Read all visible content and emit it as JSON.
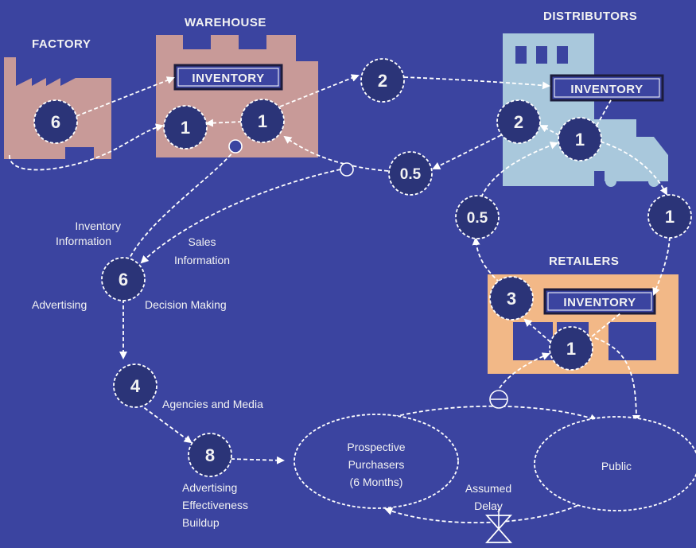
{
  "nodes": {
    "factory": {
      "title": "FACTORY",
      "delay": "6"
    },
    "warehouse": {
      "title": "WAREHOUSE",
      "inventory_label": "INVENTORY",
      "delay_in": "1",
      "delay_out": "1"
    },
    "distributors": {
      "title": "DISTRIBUTORS",
      "inventory_label": "INVENTORY",
      "delay_in": "2",
      "delay_out": "1"
    },
    "retailers": {
      "title": "RETAILERS",
      "inventory_label": "INVENTORY",
      "delay_in": "3",
      "delay_out": "1"
    }
  },
  "delays": {
    "warehouse_to_distributors": "2",
    "distributors_to_warehouse": "0.5",
    "retailers_to_distributors": "0.5",
    "distributors_to_retailers": "1",
    "decision": "6",
    "agencies": "4",
    "advertising": "8"
  },
  "labels": {
    "inventory_information": [
      "Inventory",
      "Information"
    ],
    "sales_information": [
      "Sales",
      "Information"
    ],
    "advertising": "Advertising",
    "decision_making": "Decision Making",
    "agencies_media": "Agencies and Media",
    "advertising_effectiveness": [
      "Advertising",
      "Effectiveness",
      "Buildup"
    ],
    "prospective_purchasers": [
      "Prospective",
      "Purchasers",
      "(6 Months)"
    ],
    "public": "Public",
    "assumed_delay": [
      "Assumed",
      "Delay"
    ]
  },
  "colors": {
    "background": "#3b44a0",
    "factory": "#c89a98",
    "warehouse": "#c89a98",
    "distributors": "#a9c8dc",
    "retailers": "#f2b887",
    "lines": "#ffffff"
  }
}
